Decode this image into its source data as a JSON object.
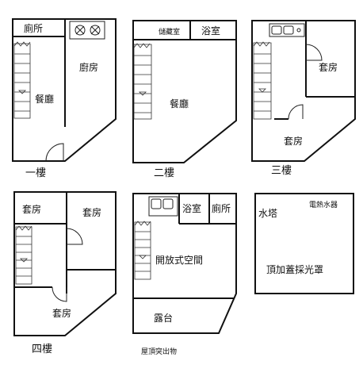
{
  "floors": {
    "f1": {
      "caption": "一樓",
      "rooms": {
        "toilet": "廁所",
        "kitchen": "廚房",
        "dining": "餐廳"
      }
    },
    "f2": {
      "caption": "二樓",
      "rooms": {
        "storage": "儲藏室",
        "bath": "浴室",
        "dining": "餐廳"
      }
    },
    "f3": {
      "caption": "三樓",
      "rooms": {
        "suite_a": "套房",
        "suite_b": "套房"
      }
    },
    "f4": {
      "caption": "四樓",
      "rooms": {
        "suite_a": "套房",
        "suite_b": "套房",
        "suite_c": "套房"
      }
    },
    "roof": {
      "caption": "屋頂突出物",
      "rooms": {
        "bath": "浴室",
        "toilet": "廁所",
        "open_space": "開放式空間",
        "terrace": "露台"
      }
    },
    "top": {
      "rooms": {
        "water_tower": "水塔",
        "heater": "電熱水器",
        "skylight": "頂加蓋採光罩"
      }
    }
  },
  "icons": [
    "stove-icon",
    "sink-icon",
    "stair-icon",
    "door-swing-icon"
  ]
}
